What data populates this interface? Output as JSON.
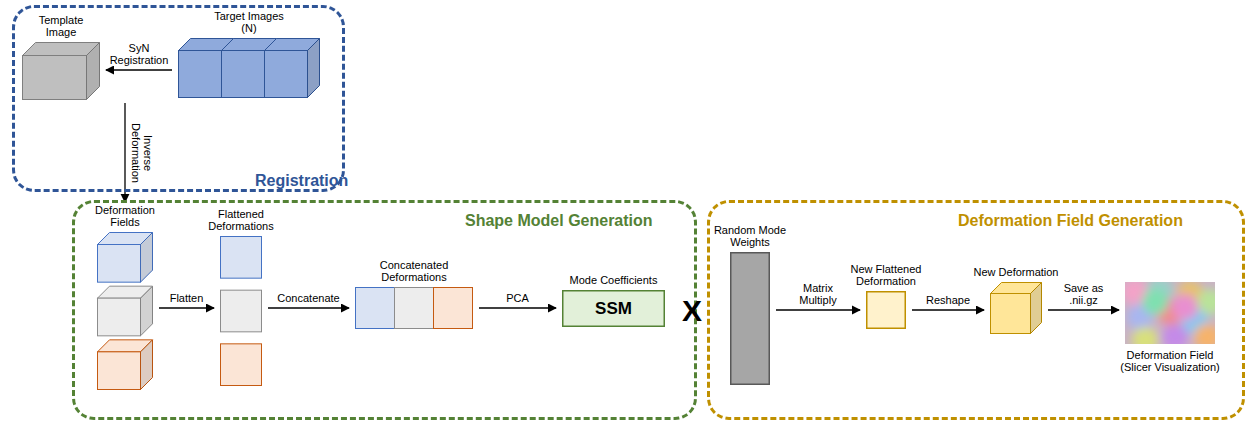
{
  "diagram": {
    "nodes": [
      {
        "text": [
          "Registration"
        ]
      },
      {
        "text": [
          "Template Image"
        ],
        "in": 0
      },
      {
        "text": [
          "Target Images (N)"
        ],
        "in": 0
      },
      {
        "text": [
          "Shape Model Generation"
        ]
      },
      {
        "text": [
          "Deformation Fields"
        ],
        "in": 3
      },
      {
        "text": [
          "Flattened Deformations"
        ],
        "in": 3
      },
      {
        "text": [
          "Concatenated Deformations"
        ],
        "in": 3
      },
      {
        "text": [
          "Mode Coefficients",
          "SSM"
        ],
        "in": 3
      },
      {
        "text": [
          "Deformation Field Generation"
        ]
      },
      {
        "text": [
          "Random Mode Weights"
        ],
        "in": 8
      },
      {
        "text": [
          "New Flattened Deformation"
        ],
        "in": 8
      },
      {
        "text": [
          "New Deformation"
        ],
        "in": 8
      },
      {
        "text": [
          "Deformation Field (Slicer Visualization)"
        ],
        "in": 8
      }
    ],
    "edges": [
      {
        "from": 2,
        "to": 1,
        "label": "SyN Registration",
        "arrow": "to"
      },
      {
        "from": 1,
        "to": 4,
        "label": "Inverse Deformation",
        "arrow": "to"
      },
      {
        "from": 4,
        "to": 5,
        "label": "Flatten",
        "arrow": "to"
      },
      {
        "from": 5,
        "to": 6,
        "label": "Concatenate",
        "arrow": "to"
      },
      {
        "from": 6,
        "to": 7,
        "label": "PCA",
        "arrow": "to"
      },
      {
        "from": 9,
        "to": 10,
        "label": "Matrix Multiply",
        "arrow": "to"
      },
      {
        "from": 10,
        "to": 11,
        "label": "Reshape",
        "arrow": "to"
      },
      {
        "from": 11,
        "to": 12,
        "label": "Save as .nii.gz",
        "arrow": "to"
      }
    ],
    "labels": [
      "X"
    ]
  }
}
